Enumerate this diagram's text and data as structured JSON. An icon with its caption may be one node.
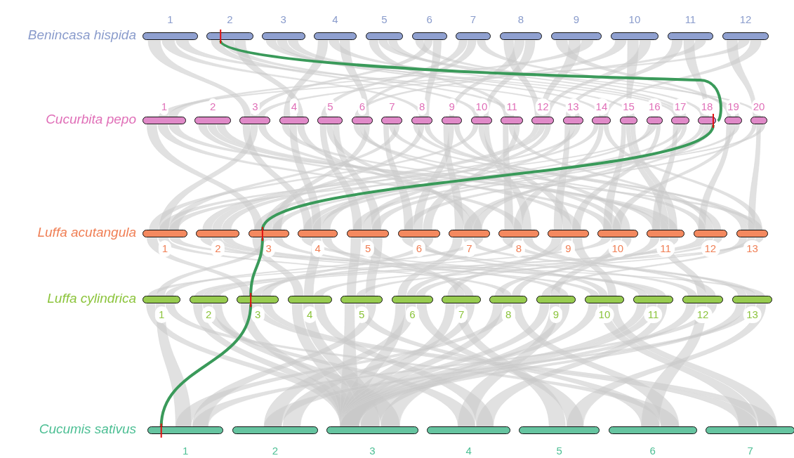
{
  "diagram": {
    "nodes": [
      {
        "text": [
          "1"
        ]
      },
      {
        "text": [
          "2"
        ]
      },
      {
        "text": [
          "3"
        ]
      },
      {
        "text": [
          "4"
        ]
      },
      {
        "text": [
          "5"
        ]
      },
      {
        "text": [
          "6"
        ]
      },
      {
        "text": [
          "7"
        ]
      },
      {
        "text": [
          "8"
        ]
      },
      {
        "text": [
          "9"
        ]
      },
      {
        "text": [
          "10"
        ]
      },
      {
        "text": [
          "11"
        ]
      },
      {
        "text": [
          "12"
        ]
      },
      {
        "text": [
          "1"
        ]
      },
      {
        "text": [
          "2"
        ]
      },
      {
        "text": [
          "3"
        ]
      },
      {
        "text": [
          "4"
        ]
      },
      {
        "text": [
          "5"
        ]
      },
      {
        "text": [
          "6"
        ]
      },
      {
        "text": [
          "7"
        ]
      },
      {
        "text": [
          "8"
        ]
      },
      {
        "text": [
          "9"
        ]
      },
      {
        "text": [
          "10"
        ]
      },
      {
        "text": [
          "11"
        ]
      },
      {
        "text": [
          "12"
        ]
      },
      {
        "text": [
          "13"
        ]
      },
      {
        "text": [
          "14"
        ]
      },
      {
        "text": [
          "15"
        ]
      },
      {
        "text": [
          "16"
        ]
      },
      {
        "text": [
          "17"
        ]
      },
      {
        "text": [
          "18"
        ]
      },
      {
        "text": [
          "19"
        ]
      },
      {
        "text": [
          "20"
        ]
      },
      {
        "text": [
          "1"
        ]
      },
      {
        "text": [
          "2"
        ]
      },
      {
        "text": [
          "3"
        ]
      },
      {
        "text": [
          "4"
        ]
      },
      {
        "text": [
          "5"
        ]
      },
      {
        "text": [
          "6"
        ]
      },
      {
        "text": [
          "7"
        ]
      },
      {
        "text": [
          "8"
        ]
      },
      {
        "text": [
          "9"
        ]
      },
      {
        "text": [
          "10"
        ]
      },
      {
        "text": [
          "11"
        ]
      },
      {
        "text": [
          "12"
        ]
      },
      {
        "text": [
          "13"
        ]
      },
      {
        "text": [
          "1"
        ]
      },
      {
        "text": [
          "2"
        ]
      },
      {
        "text": [
          "3"
        ]
      },
      {
        "text": [
          "4"
        ]
      },
      {
        "text": [
          "5"
        ]
      },
      {
        "text": [
          "6"
        ]
      },
      {
        "text": [
          "7"
        ]
      },
      {
        "text": [
          "8"
        ]
      },
      {
        "text": [
          "9"
        ]
      },
      {
        "text": [
          "10"
        ]
      },
      {
        "text": [
          "11"
        ]
      },
      {
        "text": [
          "12"
        ]
      },
      {
        "text": [
          "13"
        ]
      },
      {
        "text": [
          "1"
        ]
      },
      {
        "text": [
          "2"
        ]
      },
      {
        "text": [
          "3"
        ]
      },
      {
        "text": [
          "4"
        ]
      },
      {
        "text": [
          "5"
        ]
      },
      {
        "text": [
          "6"
        ]
      },
      {
        "text": [
          "7"
        ]
      }
    ],
    "edges": [
      {
        "from": 1,
        "to": 29,
        "arrow": "none"
      },
      {
        "from": 29,
        "to": 34,
        "arrow": "none"
      },
      {
        "from": 34,
        "to": 47,
        "arrow": "none"
      },
      {
        "from": 47,
        "to": 58,
        "arrow": "none"
      }
    ],
    "labels": [
      "Benincasa hispida",
      "Cucurbita pepo",
      "Luffa acutangula",
      "Luffa cylindrica",
      "Cucumis sativus"
    ]
  }
}
